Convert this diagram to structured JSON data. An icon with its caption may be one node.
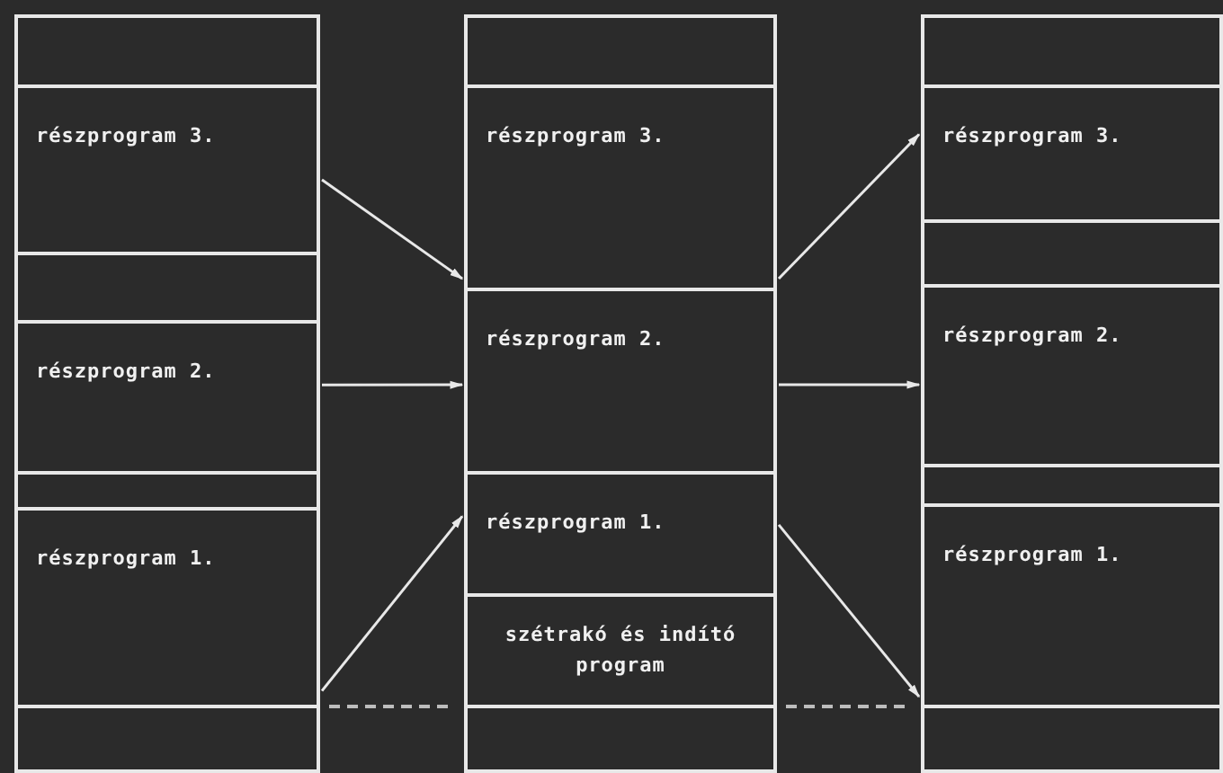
{
  "diagram": {
    "nodes": [
      {
        "text": [],
        "shape": "box"
      },
      {
        "text": [
          "részprogram 3."
        ]
      },
      {
        "text": [],
        "shape": "box"
      },
      {
        "text": [
          "részprogram 2."
        ]
      },
      {
        "text": [],
        "shape": "box"
      },
      {
        "text": [
          "részprogram 1."
        ]
      },
      {
        "text": [],
        "shape": "box"
      },
      {
        "text": [],
        "shape": "box"
      },
      {
        "text": [
          "részprogram 3."
        ]
      },
      {
        "text": [
          "részprogram 2."
        ]
      },
      {
        "text": [
          "részprogram 1."
        ]
      },
      {
        "text": [
          "szétrakó és indító program"
        ]
      },
      {
        "text": [],
        "shape": "box"
      },
      {
        "text": [],
        "shape": "box"
      },
      {
        "text": [
          "részprogram 3."
        ]
      },
      {
        "text": [],
        "shape": "box"
      },
      {
        "text": [
          "részprogram 2."
        ]
      },
      {
        "text": [],
        "shape": "box"
      },
      {
        "text": [
          "részprogram 1."
        ]
      },
      {
        "text": [],
        "shape": "box"
      }
    ],
    "edges": [
      {
        "from": 1,
        "to": 8,
        "arrow": "to"
      },
      {
        "from": 3,
        "to": 9,
        "arrow": "to"
      },
      {
        "from": 5,
        "to": 10,
        "arrow": "to"
      },
      {
        "from": 8,
        "to": 14,
        "arrow": "to"
      },
      {
        "from": 9,
        "to": 16,
        "arrow": "to"
      },
      {
        "from": 10,
        "to": 18,
        "arrow": "to"
      }
    ]
  }
}
